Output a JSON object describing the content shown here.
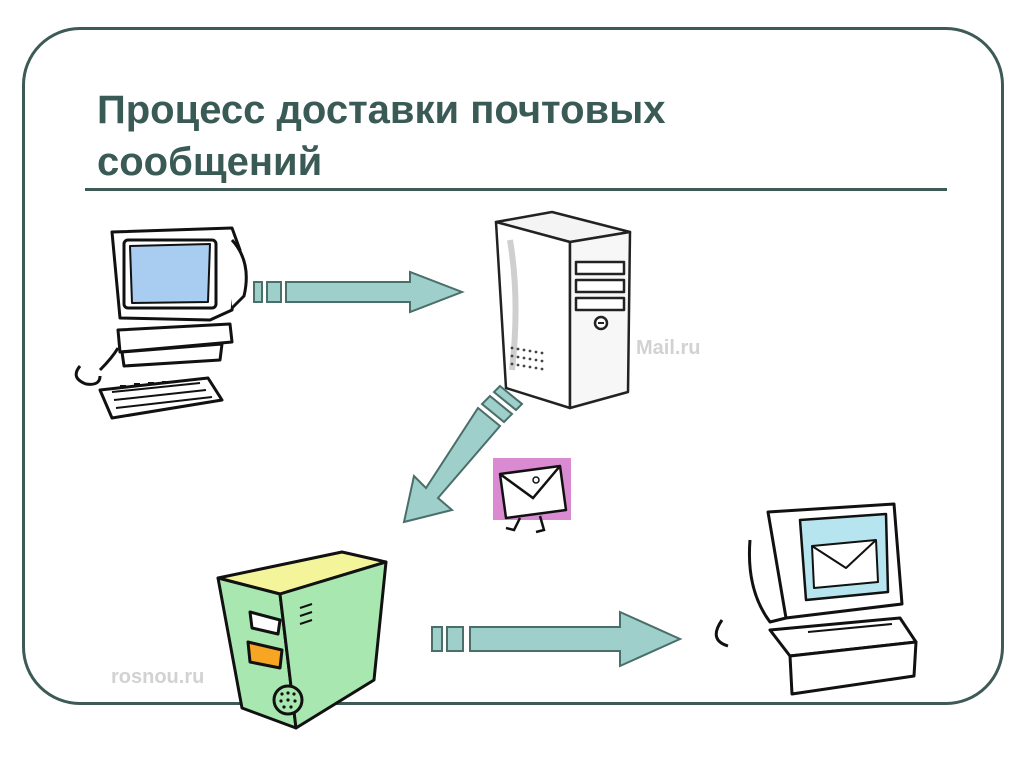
{
  "slide": {
    "title": "Процесс доставки почтовых сообщений",
    "watermarks": [
      "Mail.ru",
      "rosnou.ru"
    ]
  },
  "diagram": {
    "nodes": [
      {
        "id": "sender-computer",
        "icon": "desktop-computer-icon"
      },
      {
        "id": "server-sender",
        "icon": "server-tower-icon"
      },
      {
        "id": "server-recipient",
        "icon": "server-tower-icon"
      },
      {
        "id": "recipient-computer",
        "icon": "desktop-computer-mail-icon"
      }
    ],
    "edges": [
      {
        "from": "sender-computer",
        "to": "server-sender"
      },
      {
        "from": "server-sender",
        "to": "server-recipient",
        "carrier": "walking-envelope-icon"
      },
      {
        "from": "server-recipient",
        "to": "recipient-computer"
      }
    ],
    "colors": {
      "frame": "#3d5a56",
      "title": "#3a5a56",
      "arrow_fill": "#9fcfca",
      "arrow_stroke": "#4a6e69",
      "screen_blue": "#a9cdf0",
      "server_green": "#a8e8b0",
      "server_yellow": "#f4f59a",
      "server_orange": "#f6a623",
      "envelope_bg": "#d98ad0",
      "mail_screen": "#b6e4ef"
    }
  }
}
